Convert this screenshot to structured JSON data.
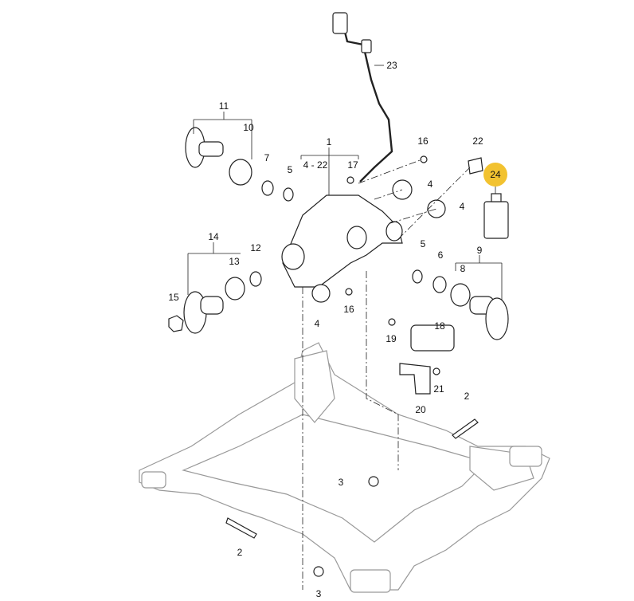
{
  "diagram": {
    "callouts": [
      "23",
      "11",
      "10",
      "1",
      "4 - 22",
      "16",
      "17",
      "7",
      "5",
      "22",
      "4",
      "4",
      "14",
      "12",
      "13",
      "5",
      "6",
      "9",
      "8",
      "15",
      "16",
      "4",
      "18",
      "19",
      "21",
      "20",
      "2",
      "3",
      "2",
      "3"
    ],
    "highlight": {
      "label": "24",
      "color": "#f2c230"
    }
  }
}
